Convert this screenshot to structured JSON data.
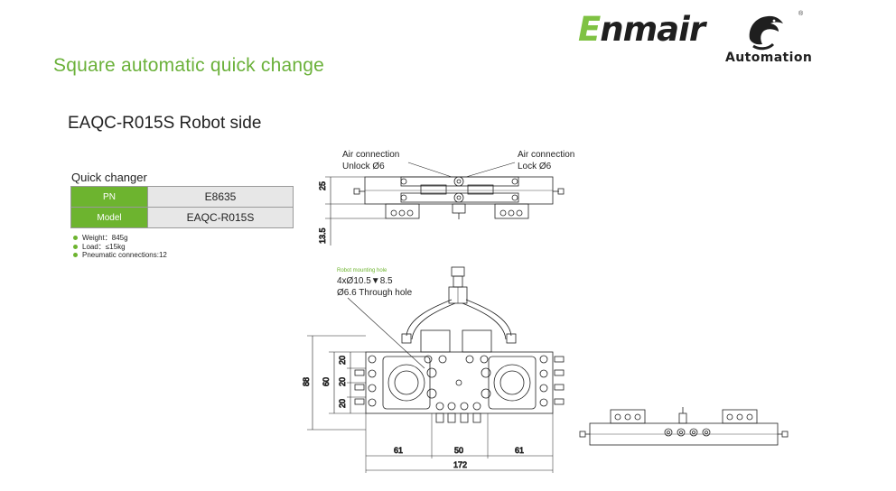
{
  "logo": {
    "word_first": "E",
    "word_rest": "nmair",
    "sub": "Automation",
    "reg": "®"
  },
  "page": {
    "title": "Square automatic quick change",
    "subtitle": "EAQC-R015S  Robot side"
  },
  "spec": {
    "heading": "Quick changer",
    "rows": [
      {
        "key": "PN",
        "value": "E8635"
      },
      {
        "key": "Model",
        "value": "EAQC-R015S"
      }
    ],
    "bullets": [
      "Weight：845g",
      "Load：≤15kg",
      "Pneumatic connections:12"
    ]
  },
  "annotations": {
    "air_unlock_line1": "Air connection",
    "air_unlock_line2": "Unlock Ø6",
    "air_lock_line1": "Air connection",
    "air_lock_line2": "Lock Ø6",
    "mount_title": "Robot mounting hole",
    "mount_line1": "4xØ10.5▼8.5",
    "mount_line2": "Ø6.6 Through hole"
  },
  "dimensions": {
    "side_height": "25",
    "side_base": "13.5",
    "front_total_height": "88",
    "front_inner_height": "60",
    "front_pitch_1": "20",
    "front_pitch_2": "20",
    "front_pitch_3": "20",
    "width_left": "61",
    "width_mid": "50",
    "width_right": "61",
    "width_total": "172"
  },
  "colors": {
    "accent_green": "#6db42f",
    "title_green": "#6bb13a",
    "table_value_bg": "#e7e7e7",
    "line": "#222222"
  }
}
